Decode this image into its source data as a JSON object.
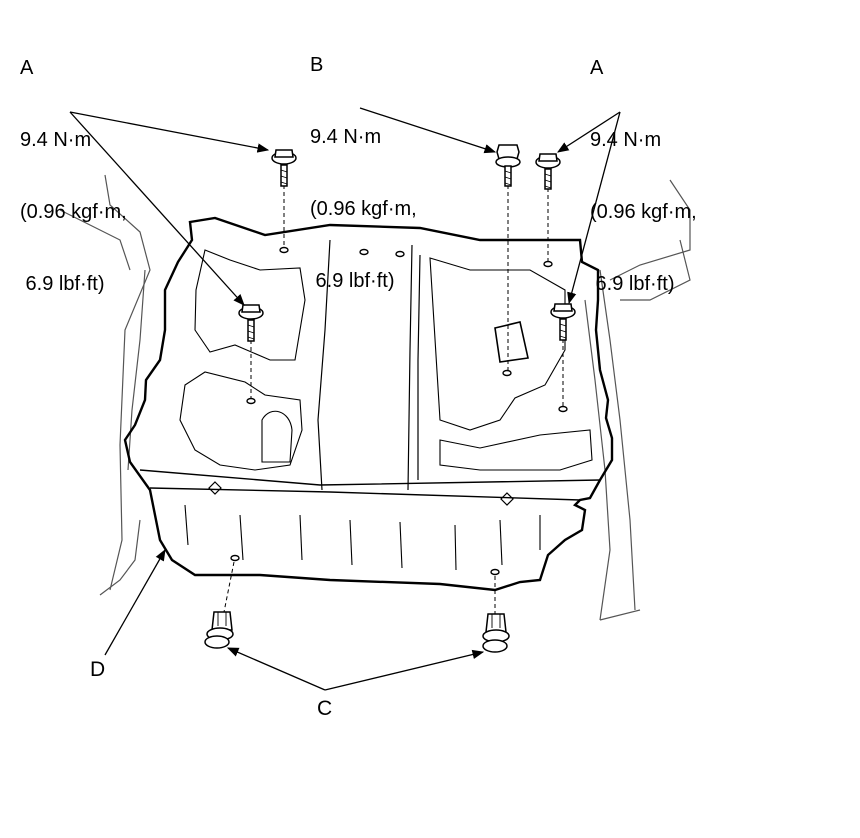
{
  "callouts": {
    "a_left": {
      "letter": "A",
      "torque": "9.4 N·m",
      "kgf": "(0.96 kgf·m,",
      "lbf": " 6.9 lbf·ft)"
    },
    "b": {
      "letter": "B",
      "torque": "9.4 N·m",
      "kgf": "(0.96 kgf·m,",
      "lbf": " 6.9 lbf·ft)"
    },
    "a_right": {
      "letter": "A",
      "torque": "9.4 N·m",
      "kgf": "(0.96 kgf·m,",
      "lbf": " 6.9 lbf·ft)"
    }
  },
  "labels": {
    "c": "C",
    "d": "D"
  }
}
